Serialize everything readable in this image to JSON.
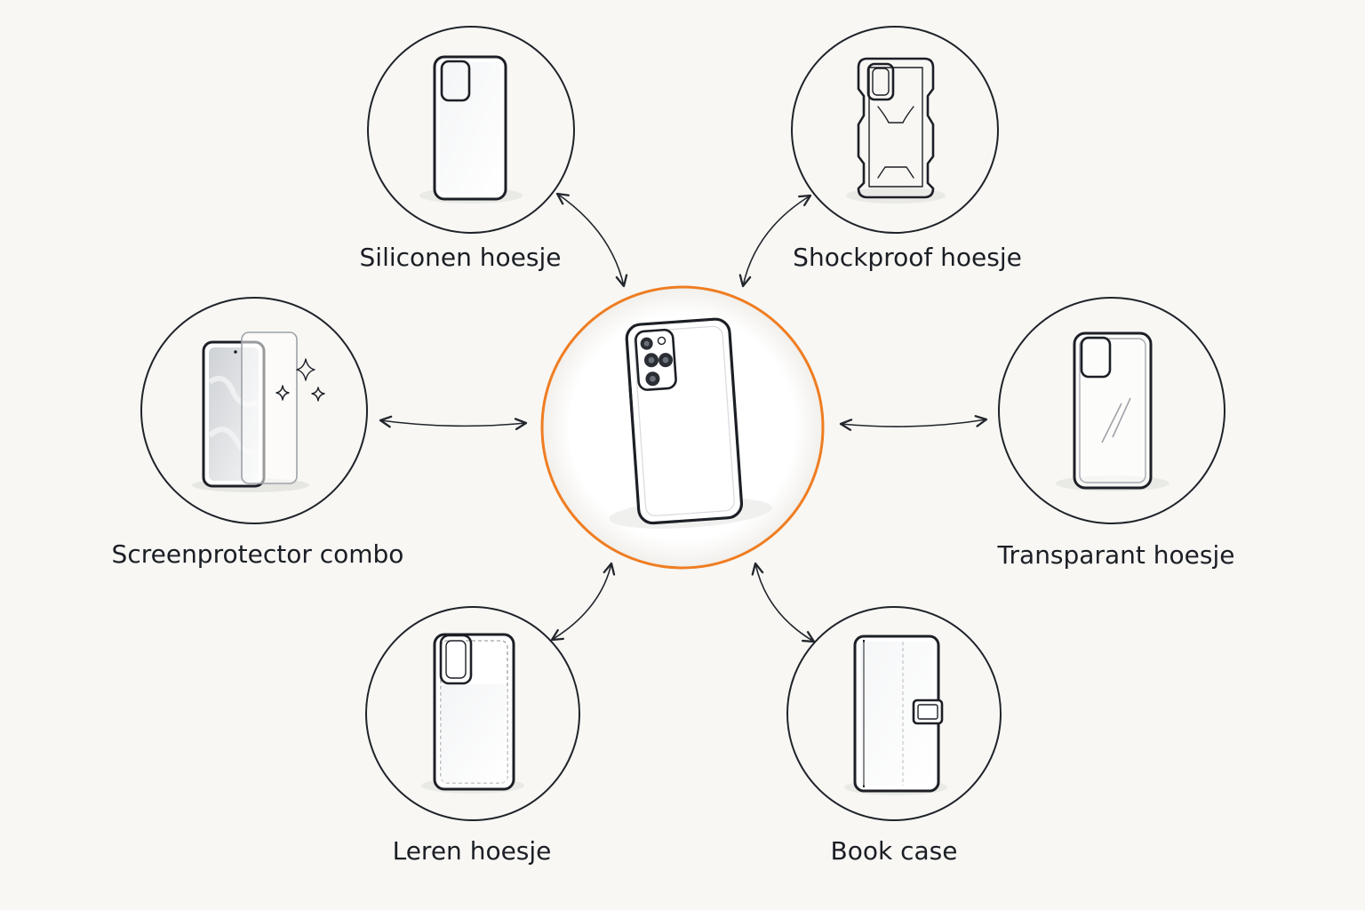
{
  "center": {
    "icon": "smartphone-back-icon",
    "accent_color": "#ef7d22"
  },
  "nodes": [
    {
      "id": "silicone",
      "label": "Siliconen hoesje",
      "icon": "silicone-case-icon"
    },
    {
      "id": "shockproof",
      "label": "Shockproof hoesje",
      "icon": "shockproof-case-icon"
    },
    {
      "id": "screenprotector",
      "label": "Screenprotector combo",
      "icon": "screen-protector-icon"
    },
    {
      "id": "transparent",
      "label": "Transparant hoesje",
      "icon": "transparent-case-icon"
    },
    {
      "id": "leather",
      "label": "Leren hoesje",
      "icon": "leather-case-icon"
    },
    {
      "id": "bookcase",
      "label": "Book case",
      "icon": "book-case-icon"
    }
  ],
  "colors": {
    "background": "#f8f7f4",
    "ink": "#1c1f25",
    "accent": "#ef7d22"
  }
}
